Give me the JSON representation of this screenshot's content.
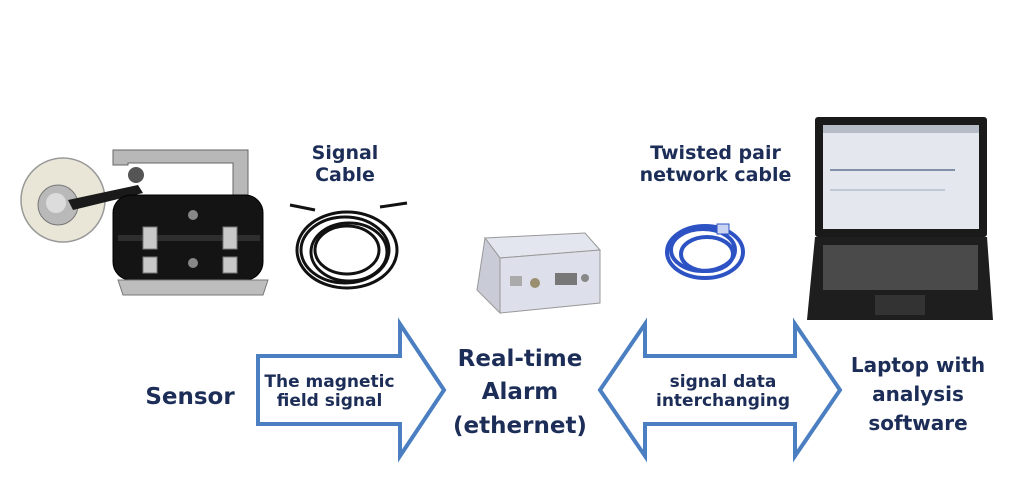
{
  "labels": {
    "signal_cable": "Signal Cable",
    "twisted_pair": "Twisted pair network cable",
    "sensor": "Sensor",
    "magnetic_signal": "The magnetic field signal",
    "alarm": "Real-time Alarm (ethernet)",
    "signal_data": "signal data interchanging",
    "laptop": "Laptop with analysis software"
  },
  "colors": {
    "text": "#1c2d57",
    "arrow_stroke": "#4b7fc1"
  }
}
